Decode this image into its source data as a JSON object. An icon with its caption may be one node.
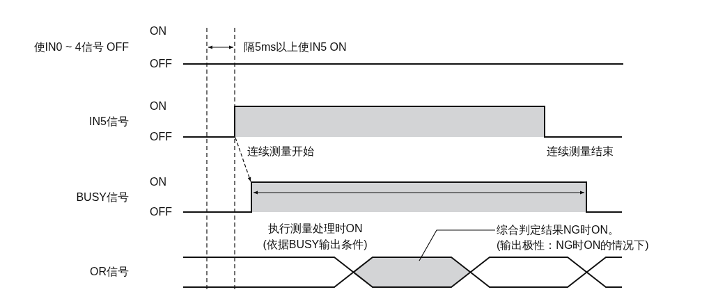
{
  "diagram": {
    "nodes": [
      {
        "text": [],
        "shape": "box"
      },
      {
        "text": [],
        "shape": "box"
      },
      {
        "text": [],
        "shape": "hexagon"
      },
      {
        "text": [
          "综合判定结果NG时ON。 (输出极性：NG时ON的情况下)"
        ]
      }
    ],
    "edges": [
      {
        "from": 0,
        "to": 1,
        "arrow": "to",
        "style": "dashed"
      },
      {
        "from": 3,
        "to": 2,
        "arrow": "none"
      }
    ],
    "labels": [
      "ON",
      "使IN0 ~ 4信号 OFF",
      "隔5ms以上使IN5 ON",
      "OFF",
      "ON",
      "IN5信号",
      "OFF",
      "连续测量开始",
      "连续测量结束",
      "ON",
      "BUSY信号",
      "OFF",
      "执行测量处理时ON (依据BUSY输出条件)",
      "OR信号"
    ]
  }
}
